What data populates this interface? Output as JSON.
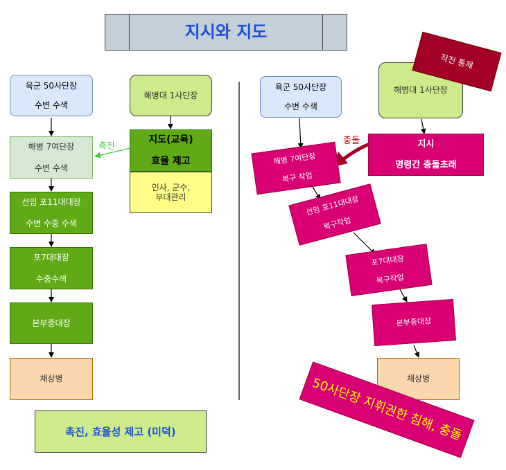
{
  "title": "지시와 지도",
  "left": {
    "army_division": [
      "육군 50사단장",
      "수변 수색"
    ],
    "marine_brigade": [
      "해병 7여단장",
      "수변 수색"
    ],
    "senior_battalion": [
      "선임 포11대대장",
      "수변 수중 수색"
    ],
    "battalion7": [
      "포7대대장",
      "수중수색"
    ],
    "company": "본부중대장",
    "victim": "채상병",
    "marine_division": "해병대 1사단장",
    "guidance": [
      "지도(교육)",
      "효율 제고"
    ],
    "admin": [
      "인사, 군수,",
      "부대관리"
    ],
    "promote_label": "촉진",
    "bottom_note": "촉진, 효율성 제고 (미덕)"
  },
  "right": {
    "army_division": [
      "육군 50사단장",
      "수변 수색"
    ],
    "operational_control": "작전 통제",
    "marine_division": "해병대 1사단장",
    "directive": [
      "지시",
      "명령간 충돌초래"
    ],
    "conflict_label": "충돌",
    "marine_brigade": [
      "해병 7여단장",
      "복구 작업"
    ],
    "senior_battalion": [
      "선임 포11대대장",
      "복구작업"
    ],
    "battalion7": [
      "포7대대장",
      "복구작업"
    ],
    "company": "본부중대장",
    "victim": "채상병",
    "violation_note": "50사단장 지휘권한 침해, 충돌"
  },
  "colors": {
    "title_bg": "#c5cfd9",
    "title_text": "#1f4fd6",
    "light_blue": "#dae8fc",
    "light_green_pale": "#d5e8d4",
    "green": "#60a917",
    "lime": "#cdeb8b",
    "yellow": "#ffff88",
    "peach": "#fad7ac",
    "magenta": "#d80073",
    "dark_red": "#a20025",
    "note_text": "#1f4fd6",
    "violation_text": "#ffff00"
  }
}
